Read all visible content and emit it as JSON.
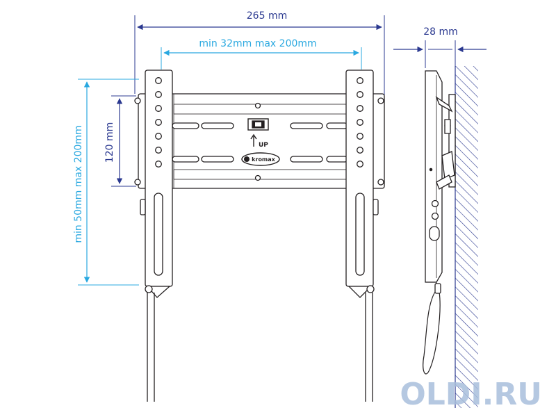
{
  "dimensions": {
    "total_width": "265 mm",
    "vesa_horizontal": "min 32mm max 200mm",
    "vesa_vertical": "min 50mm max 200mm",
    "vertical_spacing": "120 mm",
    "wall_distance": "28 mm"
  },
  "bracket": {
    "up_label": "UP",
    "brand_logo": "kromax"
  },
  "watermark": "OLDI.RU",
  "colors": {
    "dark_dimension": "#2b3990",
    "cyan_dimension": "#29a8e0",
    "line": "#231f20",
    "wall_hatch": "#2b3990",
    "watermark": "#a9bfdc"
  }
}
